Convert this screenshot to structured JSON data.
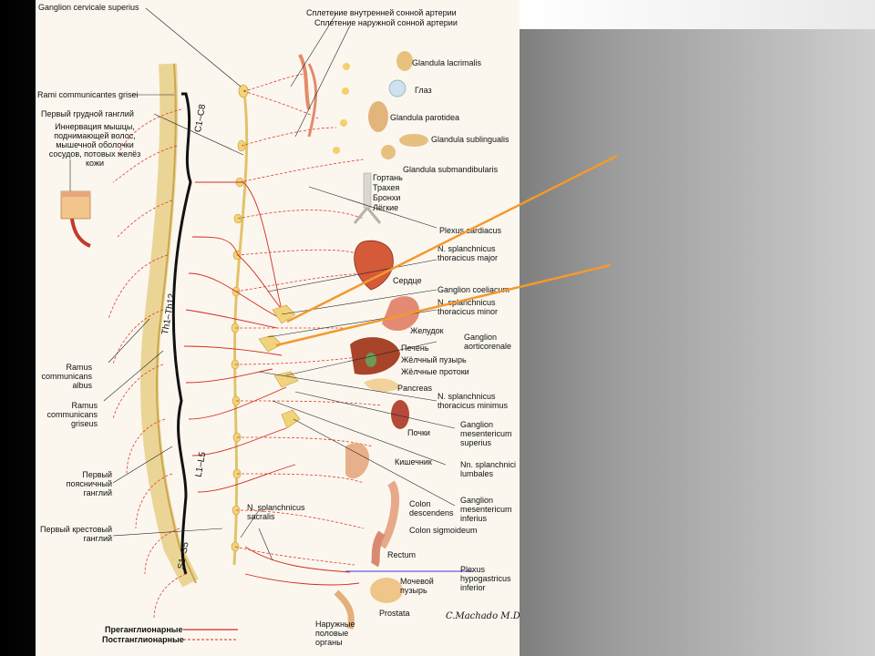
{
  "labels": {
    "ganglion_cervicale": "Ganglion cervicale superius",
    "rami_grisei": "Rami communicantes grisei",
    "first_thoracic": "Первый грудной ганглий",
    "innervation": "Иннервация мышцы, поднимающей волос, мышечной оболочки сосудов, потовых желёз кожи",
    "ramus_albus": "Ramus communicans albus",
    "ramus_griseus": "Ramus communicans griseus",
    "first_lumbar": "Первый поясничный ганглий",
    "first_sacral": "Первый крестовый ганглий",
    "legend_pre": "Преганглионарные",
    "legend_post": "Постганглионарные",
    "plexus_internal": "Сплетение внутренней сонной артерии",
    "plexus_external": "Сплетение наружной сонной артерии",
    "gl_lacrimalis": "Glandula lacrimalis",
    "eye": "Глаз",
    "gl_parotidea": "Glandula parotidea",
    "gl_sublingualis": "Glandula sublingualis",
    "gl_submandibularis": "Glandula submandibularis",
    "larynx": "Гортань",
    "trachea": "Трахея",
    "bronchi": "Бронхи",
    "lungs": "Лёгкие",
    "plexus_cardiacus": "Plexus cardiacus",
    "heart": "Сердце",
    "splanch_major": "N. splanchnicus thoracicus major",
    "ganglion_coeliacum": "Ganglion coeliacum",
    "splanch_minor": "N. splanchnicus thoracicus minor",
    "stomach": "Желудок",
    "ganglion_aortico": "Ganglion aorticorenale",
    "liver": "Печень",
    "gallbladder": "Жёлчный пузырь",
    "bile_ducts": "Жёлчные протоки",
    "pancreas": "Pancreas",
    "splanch_minimus": "N. splanchnicus thoracicus minimus",
    "kidneys": "Почки",
    "gang_mes_sup": "Ganglion mesentericum superius",
    "intestine": "Кишечник",
    "splanch_lumbales": "Nn. splanchnici lumbales",
    "colon_desc": "Colon descendens",
    "gang_mes_inf": "Ganglion mesentericum inferius",
    "colon_sig": "Colon sigmoideum",
    "rectum": "Rectum",
    "splanch_sacral": "N. splanchnicus sacralis",
    "plexus_hypo": "Plexus hypogastricus inferior",
    "bladder": "Мочевой пузырь",
    "prostata": "Prostata",
    "genitals": "Наружные половые органы",
    "seg_c": "C1–C8",
    "seg_th": "Th1–Th12",
    "seg_l": "L1–L5",
    "seg_s": "S1–S5",
    "signature": "C.Machado M.D."
  },
  "colors": {
    "preganglionic": "#d42a1f",
    "postganglionic": "#e03a2a",
    "annotation_lines": "#f29a2e",
    "plexus_line": "#6b5bd6"
  }
}
